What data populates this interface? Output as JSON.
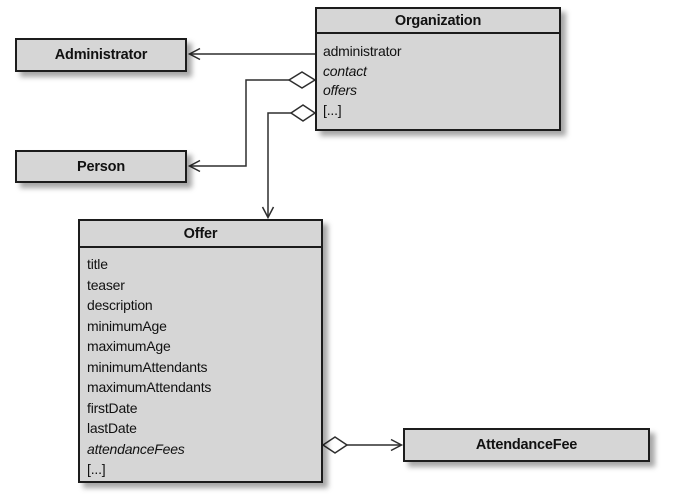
{
  "diagram": {
    "kind": "uml-class-diagram",
    "background": "#ffffff",
    "box_fill": "#d6d6d6",
    "box_border": "#1c1c1c",
    "line_color": "#2e2e2e",
    "text_color": "#111111"
  },
  "classes": {
    "organization": {
      "title": "Organization",
      "attributes": [
        {
          "label": "administrator",
          "style": "regular"
        },
        {
          "label": "contact",
          "style": "italic"
        },
        {
          "label": "offers",
          "style": "italic"
        },
        {
          "label": "[...]",
          "style": "regular"
        }
      ]
    },
    "administrator": {
      "title": "Administrator"
    },
    "person": {
      "title": "Person"
    },
    "offer": {
      "title": "Offer",
      "attributes": [
        {
          "label": "title",
          "style": "regular"
        },
        {
          "label": "teaser",
          "style": "regular"
        },
        {
          "label": "description",
          "style": "regular"
        },
        {
          "label": "minimumAge",
          "style": "regular"
        },
        {
          "label": "maximumAge",
          "style": "regular"
        },
        {
          "label": "minimumAttendants",
          "style": "regular"
        },
        {
          "label": "maximumAttendants",
          "style": "regular"
        },
        {
          "label": "firstDate",
          "style": "regular"
        },
        {
          "label": "lastDate",
          "style": "regular"
        },
        {
          "label": "attendanceFees",
          "style": "italic"
        },
        {
          "label": "[...]",
          "style": "regular"
        }
      ]
    },
    "attendance_fee": {
      "title": "AttendanceFee"
    }
  },
  "relations": [
    {
      "from": "Organization",
      "via_attribute": "administrator",
      "to": "Administrator",
      "type": "association",
      "arrow": "open"
    },
    {
      "from": "Organization",
      "via_attribute": "contact",
      "to": "Person",
      "type": "aggregation",
      "arrow": "open",
      "diamond": "hollow"
    },
    {
      "from": "Organization",
      "via_attribute": "offers",
      "to": "Offer",
      "type": "aggregation",
      "arrow": "open",
      "diamond": "hollow"
    },
    {
      "from": "Offer",
      "via_attribute": "attendanceFees",
      "to": "AttendanceFee",
      "type": "aggregation",
      "arrow": "open",
      "diamond": "hollow"
    }
  ]
}
